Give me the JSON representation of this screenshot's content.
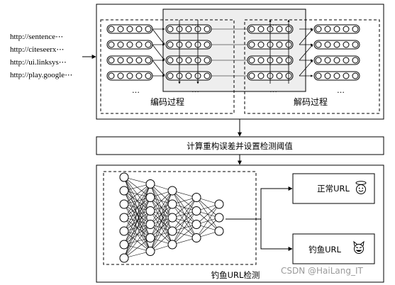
{
  "inputs": [
    "http://sentence⋯",
    "http://citeseerx⋯",
    "http://ui.linksys⋯",
    "http://play.google⋯"
  ],
  "autoencoder": {
    "encode_label": "编码过程",
    "decode_label": "解码过程",
    "ellipsis": "…"
  },
  "threshold_step": "计算重构误差并设置检测阈值",
  "detector": {
    "title": "钓鱼URL检测",
    "outputs": [
      {
        "label": "正常URL",
        "icon": "angel-smiley-icon"
      },
      {
        "label": "钓鱼URL",
        "icon": "devil-smiley-icon"
      }
    ]
  },
  "watermark": "CSDN @HaiLang_IT"
}
